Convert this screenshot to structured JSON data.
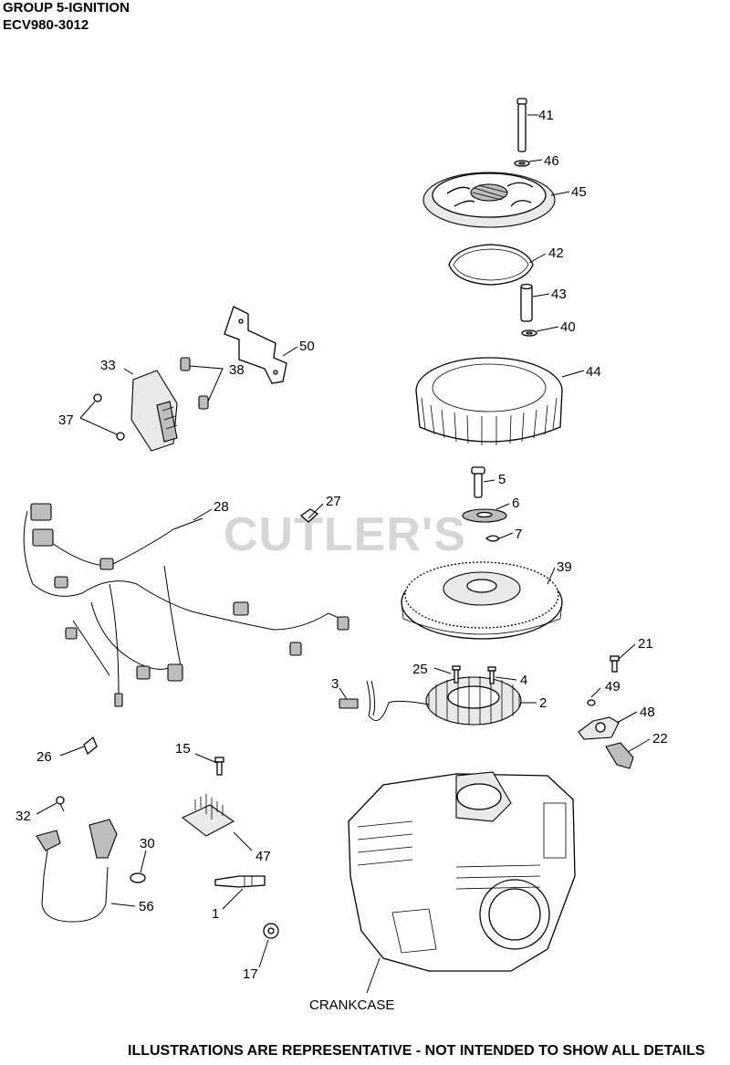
{
  "header": {
    "title": "GROUP 5-IGNITION",
    "model": "ECV980-3012"
  },
  "watermark": "CUTLER'S",
  "footer": "ILLUSTRATIONS ARE REPRESENTATIVE - NOT INTENDED TO SHOW ALL DETAILS",
  "callouts": {
    "c41": "41",
    "c46": "46",
    "c45": "45",
    "c42": "42",
    "c43": "43",
    "c40": "40",
    "c50": "50",
    "c33": "33",
    "c38": "38",
    "c37": "37",
    "c44": "44",
    "c5": "5",
    "c6": "6",
    "c7": "7",
    "c27": "27",
    "c28": "28",
    "c39": "39",
    "c21": "21",
    "c25": "25",
    "c4": "4",
    "c3": "3",
    "c49": "49",
    "c2": "2",
    "c48": "48",
    "c22": "22",
    "c26": "26",
    "c15": "15",
    "c32": "32",
    "c30": "30",
    "c47": "47",
    "c56": "56",
    "c1": "1",
    "c17": "17",
    "crankcase": "CRANKCASE"
  }
}
